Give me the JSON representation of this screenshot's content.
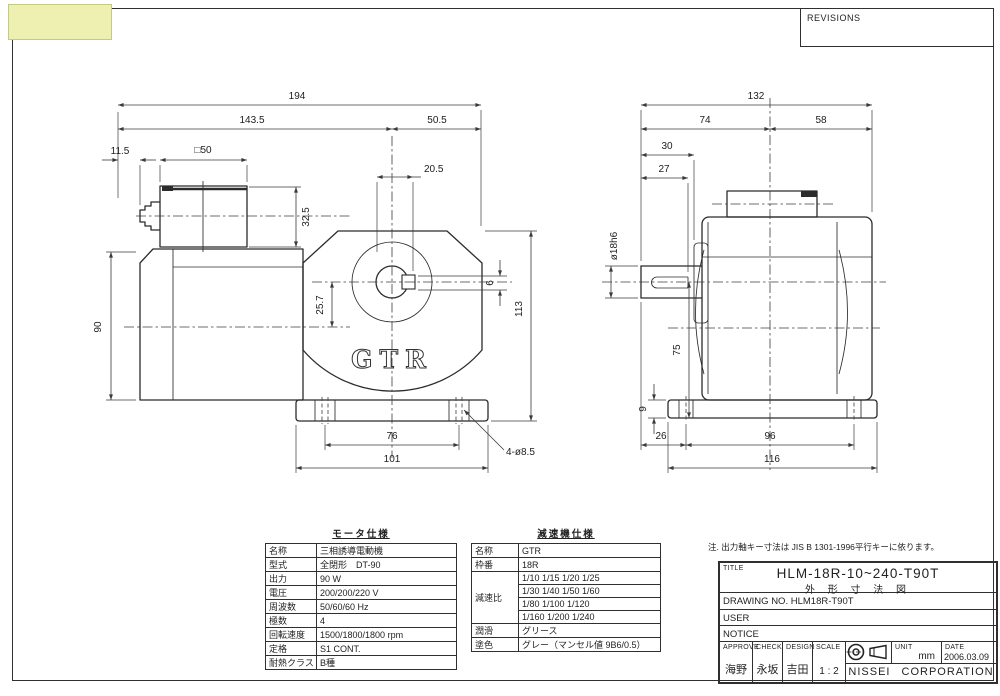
{
  "revisions": {
    "label": "REVISIONS"
  },
  "front_view": {
    "logo": "GTR",
    "dims": {
      "overall_width": "194",
      "body_width": "143.5",
      "gearhead_width": "50.5",
      "gland_protrusion": "11.5",
      "terminal_box_size": "□50",
      "shaft_offset": "20.5",
      "terminal_box_height": "32.5",
      "motor_height": "90",
      "axis_offset": "25.7",
      "keyway_width": "6",
      "overall_height": "113",
      "bolt_hole_span": "76",
      "base_width": "101",
      "mounting_holes": "4-ø8.5"
    }
  },
  "side_view": {
    "dims": {
      "overall_depth": "132",
      "front_depth": "74",
      "rear_depth": "58",
      "shaft_length": "30",
      "key_length": "27",
      "shaft_diameter": "ø18h6",
      "axis_height": "75",
      "base_thickness": "9",
      "base_offset": "26",
      "bolt_span": "96",
      "base_depth": "116"
    }
  },
  "motor_table": {
    "title": "モータ仕様",
    "rows": [
      {
        "label": "名称",
        "value": "三相誘導電動機"
      },
      {
        "label": "型式",
        "value": "全閉形　DT-90"
      },
      {
        "label": "出力",
        "value": "90 W"
      },
      {
        "label": "電圧",
        "value": "200/200/220 V"
      },
      {
        "label": "周波数",
        "value": "50/60/60 Hz"
      },
      {
        "label": "極数",
        "value": "4"
      },
      {
        "label": "回転速度",
        "value": "1500/1800/1800 rpm"
      },
      {
        "label": "定格",
        "value": "S1 CONT."
      },
      {
        "label": "耐熱クラス",
        "value": "B種"
      }
    ]
  },
  "reducer_table": {
    "title": "減速機仕様",
    "name_label": "名称",
    "name_value": "GTR",
    "frame_label": "枠番",
    "frame_value": "18R",
    "ratio_label": "減速比",
    "ratio_lines": [
      "1/10 1/15 1/20 1/25",
      "1/30 1/40 1/50 1/60",
      "1/80 1/100 1/120",
      "1/160 1/200 1/240"
    ],
    "lube_label": "潤滑",
    "lube_value": "グリース",
    "paint_label": "塗色",
    "paint_value": "グレー（マンセル値 9B6/0.5）"
  },
  "note": "注. 出力軸キー寸法は JIS B 1301-1996平行キーに依ります。",
  "title_block": {
    "title_label": "TITLE",
    "title": "HLM-18R-10~240-T90T",
    "subtitle": "外 形 寸 法 図",
    "drawing_no_label": "DRAWING NO.",
    "drawing_no": "HLM18R-T90T",
    "user_label": "USER",
    "notice_label": "NOTICE",
    "approve_label": "APPROVE",
    "approve": "海野",
    "check_label": "CHECK",
    "check": "永坂",
    "design_label": "DESIGN",
    "design": "吉田",
    "scale_label": "SCALE",
    "scale": "1 : 2",
    "unit_label": "UNIT",
    "unit": "mm",
    "date_label": "DATE",
    "date": "2006.03.09",
    "company": "NISSEI  CORPORATION"
  }
}
